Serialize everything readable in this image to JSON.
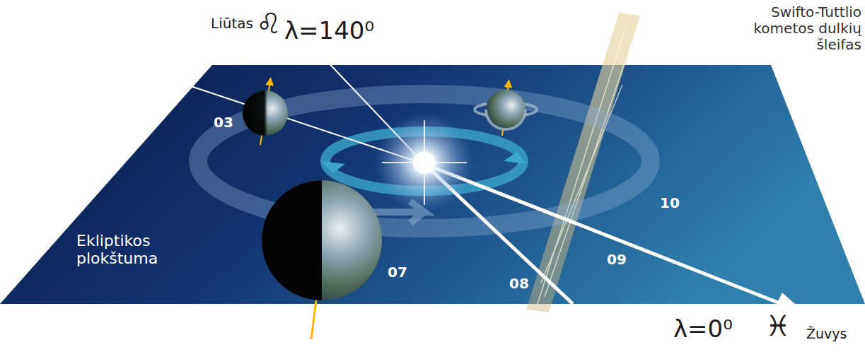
{
  "diagram": {
    "labels": [
      "Liūtas",
      "♌",
      "λ=140⁰",
      "Swifto-Tuttlio kometos dulkių šleifas",
      "03",
      "07",
      "08",
      "09",
      "10",
      "Ekliptikos plokštuma",
      "λ=0⁰",
      "♓",
      "Žuvys"
    ]
  }
}
